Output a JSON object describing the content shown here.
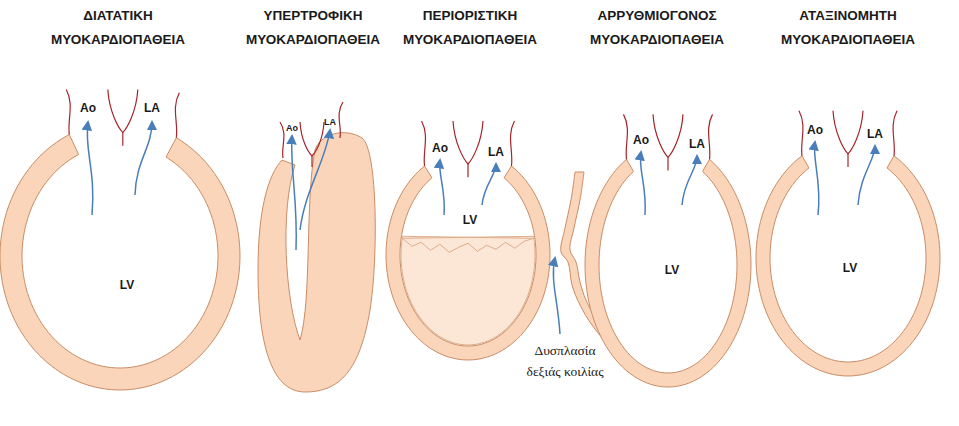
{
  "diagram": {
    "labels": [
      "ΔΙΑΤΑΤΙΚΗ ΜΥΟΚΑΡΔΙΟΠΑΘΕΙΑ",
      "ΥΠΕΡΤΡΟΦΙΚΗ ΜΥΟΚΑΡΔΙΟΠΑΘΕΙΑ",
      "ΠΕΡΙΟΡΙΣΤΙΚΗ ΜΥΟΚΑΡΔΙΟΠΑΘΕΙΑ",
      "ΑΡΡΥΘΜΙΟΓΟΝΟΣ ΜΥΟΚΑΡΔΙΟΠΑΘΕΙΑ",
      "ΑΤΑΞΙΝΟΜΗΤΗ ΜΥΟΚΑΡΔΙΟΠΑΘΕΙΑ",
      "Ao",
      "LA",
      "LV",
      "Ao",
      "LA",
      "Ao",
      "LA",
      "LV",
      "Ao",
      "LA",
      "LV",
      "Δυσπλασία δεξιάς κοιλίας",
      "Ao",
      "LA",
      "LV"
    ]
  }
}
